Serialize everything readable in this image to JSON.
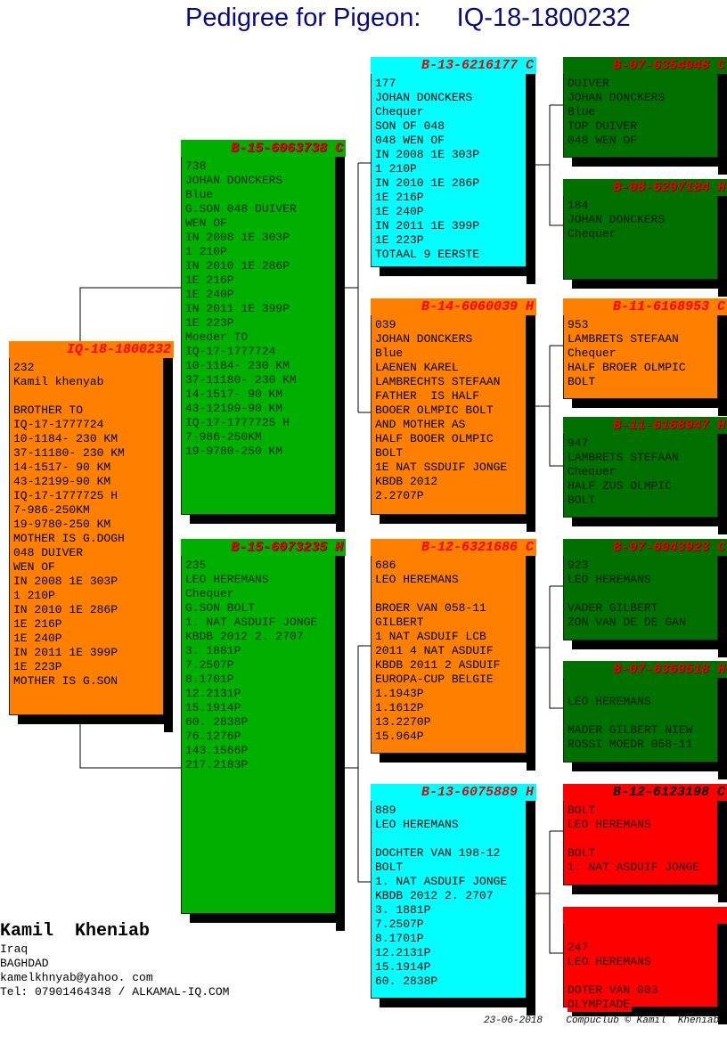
{
  "title": "Pedigree for Pigeon:     IQ-18-1800232",
  "colors": {
    "orange": "#ff8000",
    "green": "#00b000",
    "darkgreen": "#007000",
    "cyan": "#00ffff",
    "red": "#ff0000",
    "title": "#0a0a80"
  },
  "pigeons": [
    {
      "role": "subject",
      "color": "orange",
      "header": "IQ-18-1800232",
      "lines": [
        "232",
        "Kamil khenyab",
        "",
        "BROTHER TO",
        "IQ-17-1777724",
        "10-1184- 230 KM",
        "37-11180- 230 KM",
        "14-1517- 90 KM",
        "43-12199-90 KM",
        "IQ-17-1777725 H",
        "7-986-250KM",
        "19-9780-250 KM",
        "MOTHER IS G.DOGH",
        "048 DUIVER",
        "WEN OF",
        "IN 2008 1E 303P",
        "1 210P",
        "IN 2010 1E 286P",
        "1E 216P",
        "1E 240P",
        "IN 2011 1E 399P",
        "1E 223P",
        "MOTHER IS G.SON"
      ]
    },
    {
      "role": "sire",
      "color": "green",
      "header": "B-15-6063738 C",
      "lines": [
        "738",
        "JOHAN DONCKERS",
        "Blue",
        "G.SON 048 DUIVER",
        "WEN OF",
        "IN 2008 1E 303P",
        "1 210P",
        "IN 2010 1E 286P",
        "1E 216P",
        "1E 240P",
        "IN 2011 1E 399P",
        "1E 223P",
        "Moeder TO",
        "IQ-17-1777724",
        "10-1184- 230 KM",
        "37-11180- 230 KM",
        "14-1517- 90 KM",
        "43-12199-90 KM",
        "IQ-17-1777725 H",
        "7-986-250KM",
        "19-9780-250 KM"
      ]
    },
    {
      "role": "dam",
      "color": "green",
      "header": "B-15-6073235 H",
      "lines": [
        "235",
        "LEO HEREMANS",
        "Chequer",
        "G.SON BOLT",
        "1. NAT ASDUIF JONGE",
        "KBDB 2012 2. 2707",
        "3. 1881P",
        "7.2507P",
        "8.1701P",
        "12.2131P",
        "15.1914P",
        "60. 2838P",
        "76.1276P",
        "143.1566P",
        "217.2183P"
      ]
    },
    {
      "role": "sire-sire",
      "color": "cyan",
      "header": "B-13-6216177 C",
      "lines": [
        "177",
        "JOHAN DONCKERS",
        "Chequer",
        "SON OF 048",
        "048 WEN OF",
        "IN 2008 1E 303P",
        "1 210P",
        "IN 2010 1E 286P",
        "1E 216P",
        "1E 240P",
        "IN 2011 1E 399P",
        "1E 223P",
        "TOTAAL 9 EERSTE"
      ]
    },
    {
      "role": "sire-dam",
      "color": "orange",
      "header": "B-14-6060039 H",
      "lines": [
        "039",
        "JOHAN DONCKERS",
        "Blue",
        "LAENEN KAREL",
        "LAMBRECHTS STEFAAN",
        "FATHER  IS HALF",
        "BOOER OLMPIC BOLT",
        "AND MOTHER AS",
        "HALF BOOER OLMPIC",
        "BOLT",
        "1E NAT SSDUIF JONGE",
        "KBDB 2012",
        "2.2707P"
      ]
    },
    {
      "role": "dam-sire",
      "color": "orange",
      "header": "B-12-6321686 C",
      "lines": [
        "686",
        "LEO HEREMANS",
        "",
        "BROER VAN 058-11",
        "GILBERT",
        "1 NAT ASDUIF LCB",
        "2011 4 NAT ASDUIF",
        "KBDB 2011 2 ASDUIF",
        "EUROPA-CUP BELGIE",
        "1.1943P",
        "1.1612P",
        "13.2270P",
        "15.964P"
      ]
    },
    {
      "role": "dam-dam",
      "color": "cyan",
      "header": "B-13-6075889 H",
      "lines": [
        "889",
        "LEO HEREMANS",
        "",
        "DOCHTER VAN 198-12",
        "BOLT",
        "1. NAT ASDUIF JONGE",
        "KBDB 2012 2. 2707",
        "3. 1881P",
        "7.2507P",
        "8.1701P",
        "12.2131P",
        "15.1914P",
        "60. 2838P"
      ]
    },
    {
      "role": "ss-sire",
      "color": "darkgreen",
      "header": "B-07-6354048 C",
      "lines": [
        "DUIVER",
        "JOHAN DONCKERS",
        "Blue",
        "TOP DUIVER",
        "048 WEN OF"
      ]
    },
    {
      "role": "ss-dam",
      "color": "darkgreen",
      "header": "B-08-6297184 H",
      "lines": [
        "184",
        "JOHAN DONCKERS",
        "Chequer"
      ]
    },
    {
      "role": "sd-sire",
      "color": "orange",
      "header": "B-11-6168953 C",
      "lines": [
        "953",
        "LAMBRETS STEFAAN",
        "Chequer",
        "HALF BROER OLMPIC",
        "BOLT"
      ]
    },
    {
      "role": "sd-dam",
      "color": "darkgreen",
      "header": "B-11-6168947 H",
      "lines": [
        "947",
        "LAMBRETS STEFAAN",
        "Chequer",
        "HALF ZUS OLMPIC",
        "BOLT"
      ]
    },
    {
      "role": "ds-sire",
      "color": "darkgreen",
      "header": "B-07-6043923 C",
      "lines": [
        "923",
        "LEO HEREMANS",
        "",
        "VADER GILBERT",
        "ZON VAN DE DE GAN"
      ]
    },
    {
      "role": "ds-dam",
      "color": "darkgreen",
      "header": "B-07-6369518 H",
      "lines": [
        "",
        "LEO HEREMANS",
        "",
        "MADER GILBERT NIEW",
        "ROSSI MOEDR 058-11"
      ]
    },
    {
      "role": "dd-sire",
      "color": "red",
      "header": "B-12-6123198 C",
      "lines": [
        "BOLT",
        "LEO HEREMANS",
        "",
        "BOLT",
        "1. NAT ASDUIF JONGE"
      ]
    },
    {
      "role": "dd-dam",
      "color": "red",
      "header": "",
      "lines": [
        "",
        "247",
        "LEO HEREMANS",
        "",
        "DOTER VAN 003",
        "OLYMPIADE"
      ]
    }
  ],
  "owner": {
    "name": "Kamil  Kheniab",
    "country": "Iraq",
    "city": "BAGHDAD",
    "email": "kamelkhnyab@yahoo. com",
    "phone": "Tel: 07901464348 / ALKAMAL-IQ.COM"
  },
  "footer": "23-06-2018    Compuclub © Kamil  Kheniab"
}
